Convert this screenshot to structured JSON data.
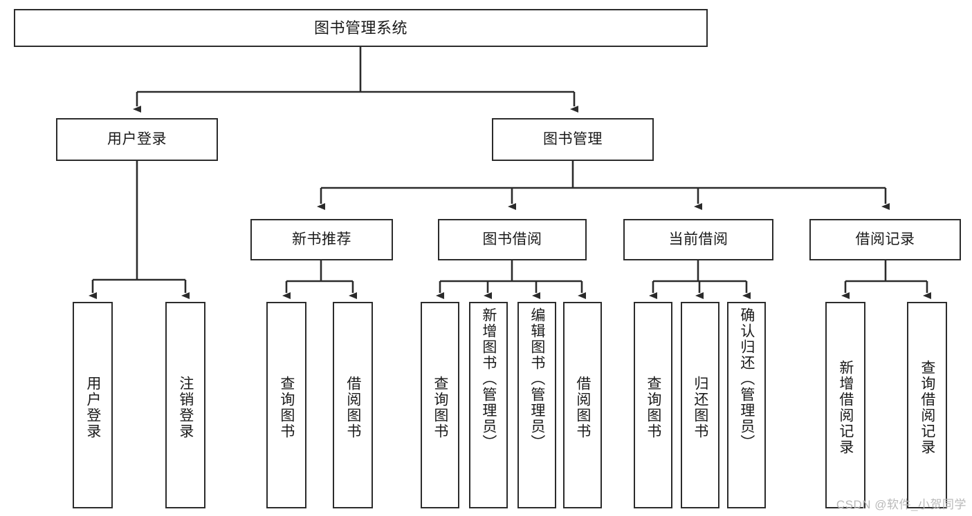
{
  "diagram": {
    "title": "图书管理系统",
    "type": "tree",
    "watermark": "CSDN @软件_小贺同学",
    "colors": {
      "box_border": "#2b2b2b",
      "box_fill": "#ffffff",
      "edge": "#2b2b2b",
      "text": "#1a1a1a",
      "watermark": "#b9b9b9"
    },
    "nodes": {
      "root": {
        "label": "图书管理系统"
      },
      "level2": [
        {
          "label": "用户登录"
        },
        {
          "label": "图书管理"
        }
      ],
      "level3": [
        {
          "label": "新书推荐"
        },
        {
          "label": "图书借阅"
        },
        {
          "label": "当前借阅"
        },
        {
          "label": "借阅记录"
        }
      ],
      "leaves": {
        "user_login": [
          {
            "label": "用户登录"
          },
          {
            "label": "注销登录"
          }
        ],
        "new_book_recommend": [
          {
            "label": "查询图书"
          },
          {
            "label": "借阅图书"
          }
        ],
        "book_borrow": [
          {
            "label": "查询图书"
          },
          {
            "label": "新增图书（管理员）"
          },
          {
            "label": "编辑图书（管理员）"
          },
          {
            "label": "借阅图书"
          }
        ],
        "current_borrow": [
          {
            "label": "查询图书"
          },
          {
            "label": "归还图书"
          },
          {
            "label": "确认归还（管理员）"
          }
        ],
        "borrow_record": [
          {
            "label": "新增借阅记录"
          },
          {
            "label": "查询借阅记录"
          }
        ]
      }
    }
  }
}
